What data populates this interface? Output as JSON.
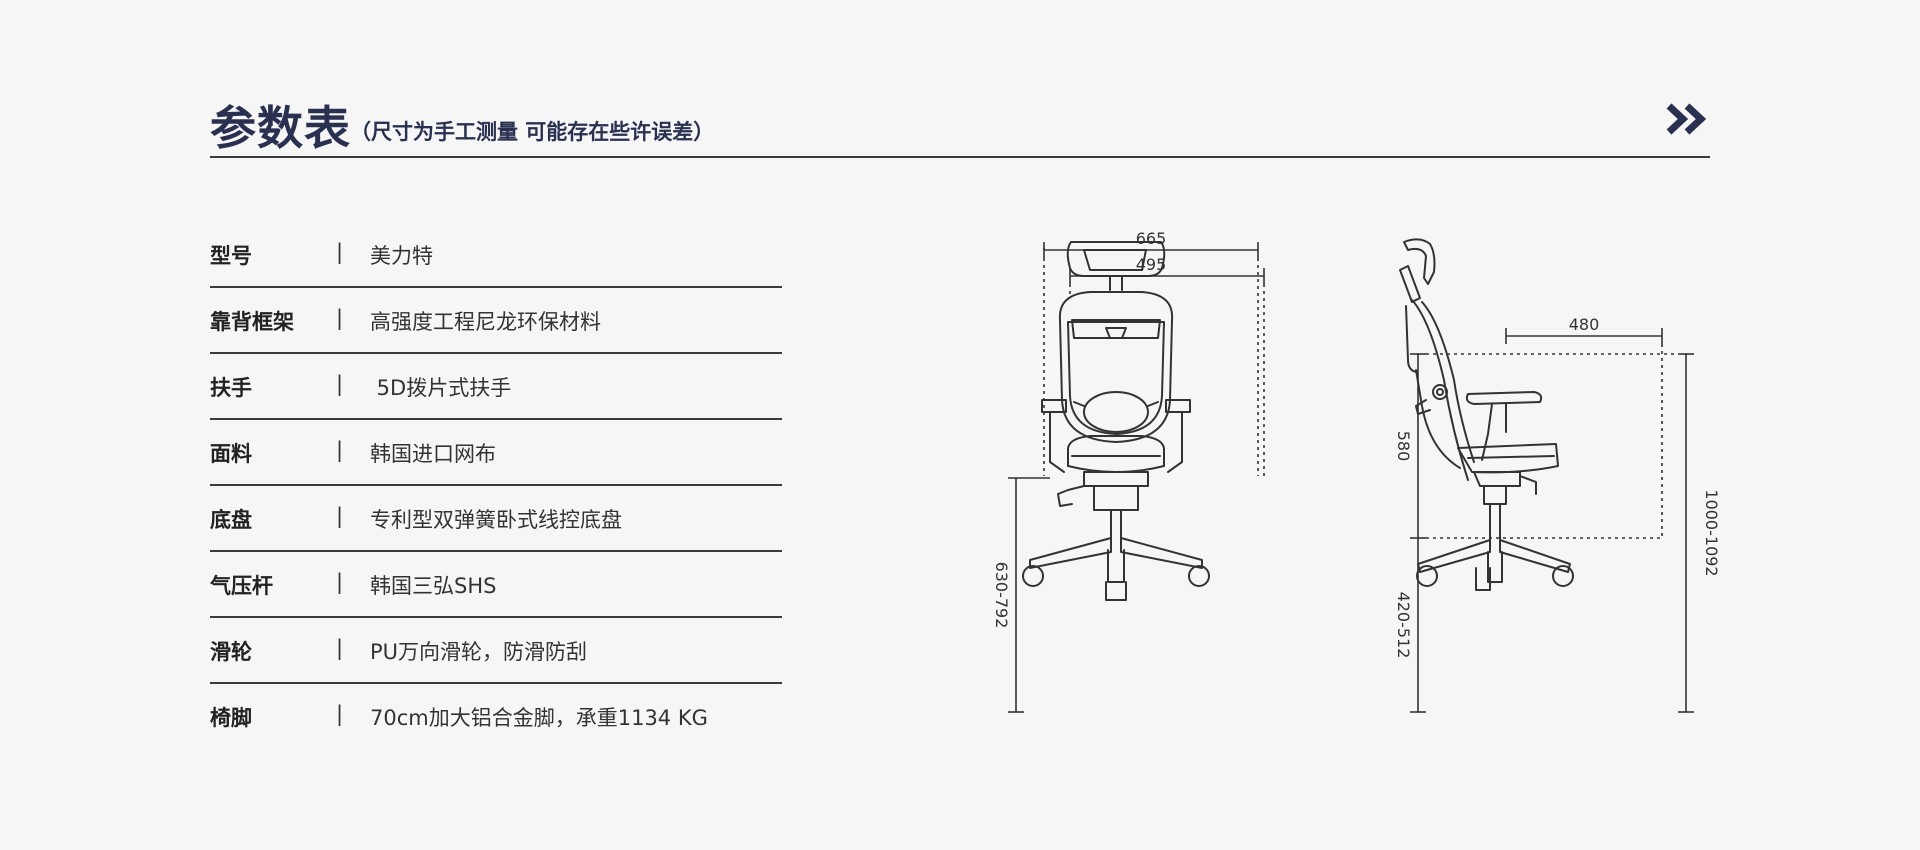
{
  "header": {
    "title": "参数表",
    "subtitle": "（尺寸为手工测量 可能存在些许误差）"
  },
  "specs": [
    {
      "label": "型号",
      "sep": "|",
      "value": "美力特"
    },
    {
      "label": "靠背框架",
      "sep": "|",
      "value": "高强度工程尼龙环保材料"
    },
    {
      "label": "扶手",
      "sep": "|",
      "value": " 5D拨片式扶手"
    },
    {
      "label": "面料",
      "sep": "|",
      "value": "韩国进口网布"
    },
    {
      "label": "底盘",
      "sep": "|",
      "value": "专利型双弹簧卧式线控底盘"
    },
    {
      "label": "气压杆",
      "sep": "|",
      "value": "韩国三弘SHS"
    },
    {
      "label": "滑轮",
      "sep": "|",
      "value": "PU万向滑轮，防滑防刮"
    },
    {
      "label": "椅脚",
      "sep": "|",
      "value": "70cm加大铝合金脚，承重1134 KG"
    }
  ],
  "dimensions": {
    "front_total_width": "665",
    "front_back_width": "495",
    "front_seat_height": "630-792",
    "side_seat_depth": "480",
    "side_back_height": "580",
    "side_seat_height": "420-512",
    "side_total_height": "1000-1092"
  },
  "colors": {
    "title": "#2a3050",
    "line": "#3a3a3a",
    "drawing": "#333333"
  },
  "icons": {
    "nav": "double-chevron-right-icon"
  }
}
